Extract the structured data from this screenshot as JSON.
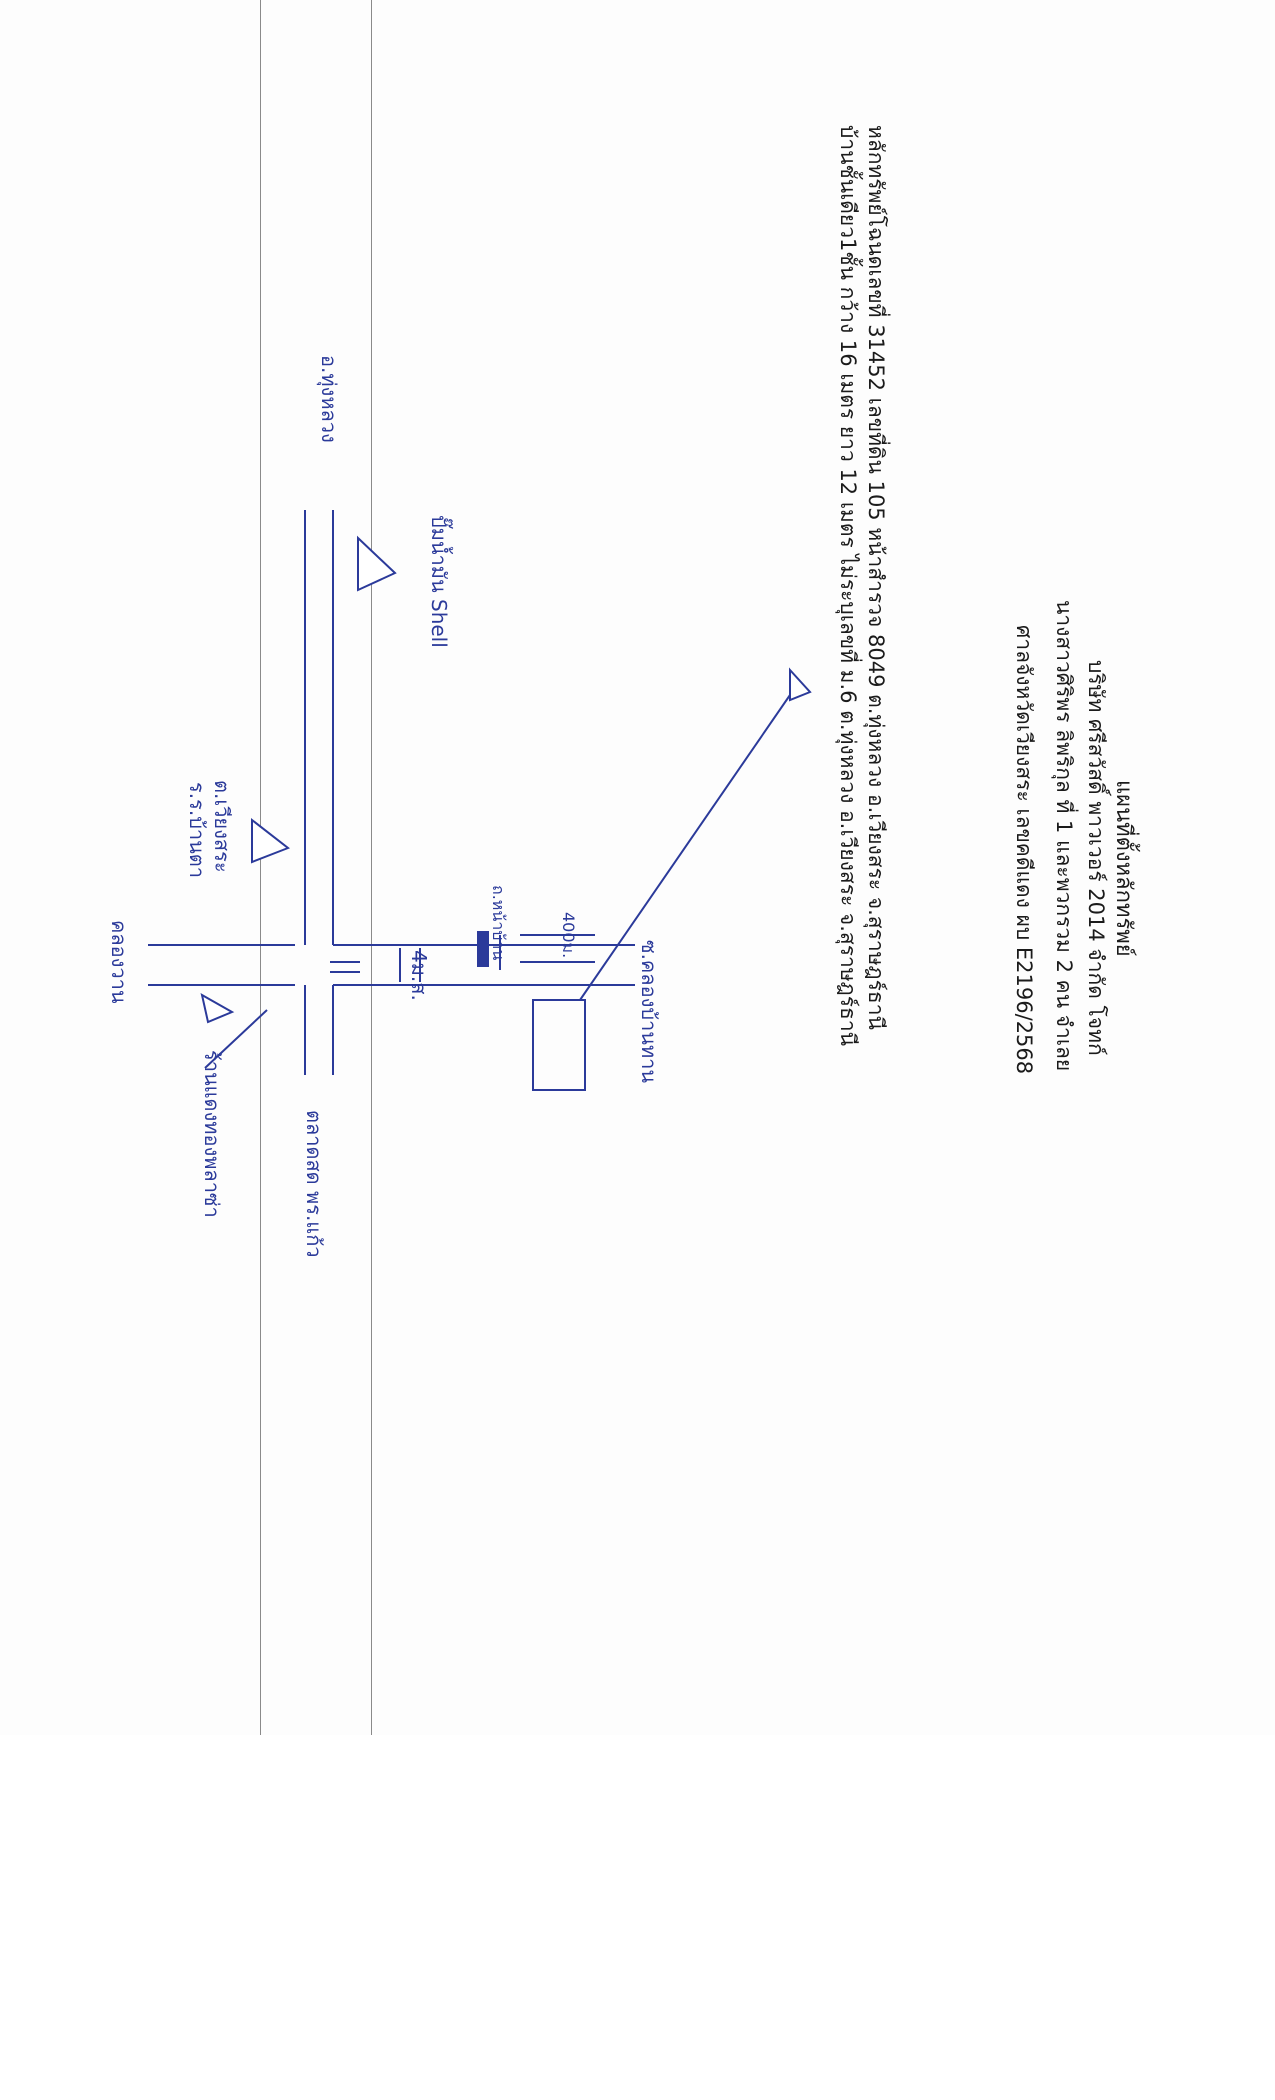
{
  "header": {
    "line1": "แผนที่ตั้งหลักทรัพย์",
    "line2": "บริษัท ศรีสวัสดิ์ พาวเวอร์ 2014 จำกัด  โจทก์",
    "line3": "นางสาวศิริพร ลิพริกุล ที่ 1 และพวกรวม 2 คน จำเลย",
    "line4": "ศาลจังหวัดเวียงสระ เลขคดีแดง ผบ E2196/2568"
  },
  "property": {
    "line1": "หลักทรัพย์โฉนดเลขที่ 31452 เลขที่ดิน 105 หน้าสำรวจ 8049 ต.ทุ่งหลวง อ.เวียงสระ จ.สุราษฎร์ธานี",
    "line2": "บ้านชั้นเดียว1ชั้น กว้าง 16 เมตร ยาว 12 เมตร ไม่ระบุเลขที่ ม.6 ต.ทุ่งหลวง อ.เวียงสระ จ.สุราษฎร์ธานี"
  },
  "map": {
    "label_tunglaung": "อ.ทุ่งหลวง",
    "label_shell": "ปั๊มน้ำมัน Shell",
    "label_road_khlong": "ซ.คลองบ้านทาน",
    "label_distance_400": "400ม.",
    "label_road_small": "ถ.หน้าบ้าน",
    "label_width": "4ม.ส.",
    "label_market": "ตลาดสด พร.แก้ว",
    "label_school": "ต.เวียงสระ",
    "label_temple": "ร.ร.บ้านตา",
    "label_bottom1": "คลองวาน",
    "label_shop": "ร้านแดงทองพลาซ่า"
  },
  "colors": {
    "ink": "#2b3a9a",
    "print": "#1b1b1b",
    "rule": "#8a8a8a"
  }
}
